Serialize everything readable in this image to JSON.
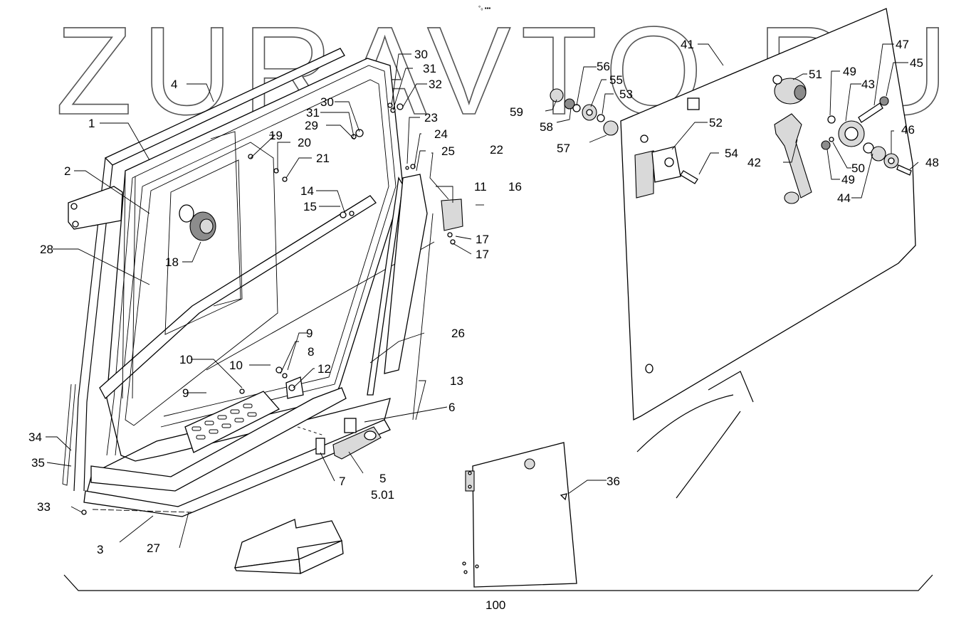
{
  "watermark": "ZURAVTO.RU",
  "top_mark": "°₀ ▪▪▪",
  "assembly_number": "100",
  "callouts": [
    {
      "id": "c1",
      "text": "1"
    },
    {
      "id": "c2",
      "text": "2"
    },
    {
      "id": "c3",
      "text": "3"
    },
    {
      "id": "c4",
      "text": "4"
    },
    {
      "id": "c5",
      "text": "5"
    },
    {
      "id": "c501",
      "text": "5.01"
    },
    {
      "id": "c6",
      "text": "6"
    },
    {
      "id": "c7",
      "text": "7"
    },
    {
      "id": "c8",
      "text": "8"
    },
    {
      "id": "c9a",
      "text": "9"
    },
    {
      "id": "c9b",
      "text": "9"
    },
    {
      "id": "c10a",
      "text": "10"
    },
    {
      "id": "c10b",
      "text": "10"
    },
    {
      "id": "c11",
      "text": "11"
    },
    {
      "id": "c12",
      "text": "12"
    },
    {
      "id": "c13",
      "text": "13"
    },
    {
      "id": "c14",
      "text": "14"
    },
    {
      "id": "c15",
      "text": "15"
    },
    {
      "id": "c16",
      "text": "16"
    },
    {
      "id": "c17a",
      "text": "17"
    },
    {
      "id": "c17b",
      "text": "17"
    },
    {
      "id": "c18",
      "text": "18"
    },
    {
      "id": "c19",
      "text": "19"
    },
    {
      "id": "c20",
      "text": "20"
    },
    {
      "id": "c21",
      "text": "21"
    },
    {
      "id": "c22",
      "text": "22"
    },
    {
      "id": "c23",
      "text": "23"
    },
    {
      "id": "c24",
      "text": "24"
    },
    {
      "id": "c25",
      "text": "25"
    },
    {
      "id": "c26",
      "text": "26"
    },
    {
      "id": "c27",
      "text": "27"
    },
    {
      "id": "c28",
      "text": "28"
    },
    {
      "id": "c29",
      "text": "29"
    },
    {
      "id": "c30a",
      "text": "30"
    },
    {
      "id": "c30b",
      "text": "30"
    },
    {
      "id": "c31a",
      "text": "31"
    },
    {
      "id": "c31b",
      "text": "31"
    },
    {
      "id": "c32",
      "text": "32"
    },
    {
      "id": "c33",
      "text": "33"
    },
    {
      "id": "c34",
      "text": "34"
    },
    {
      "id": "c35",
      "text": "35"
    },
    {
      "id": "c36",
      "text": "36"
    },
    {
      "id": "c41",
      "text": "41"
    },
    {
      "id": "c42",
      "text": "42"
    },
    {
      "id": "c43",
      "text": "43"
    },
    {
      "id": "c44",
      "text": "44"
    },
    {
      "id": "c45",
      "text": "45"
    },
    {
      "id": "c46",
      "text": "46"
    },
    {
      "id": "c47",
      "text": "47"
    },
    {
      "id": "c48",
      "text": "48"
    },
    {
      "id": "c49a",
      "text": "49"
    },
    {
      "id": "c49b",
      "text": "49"
    },
    {
      "id": "c50",
      "text": "50"
    },
    {
      "id": "c51",
      "text": "51"
    },
    {
      "id": "c52",
      "text": "52"
    },
    {
      "id": "c53",
      "text": "53"
    },
    {
      "id": "c54",
      "text": "54"
    },
    {
      "id": "c55",
      "text": "55"
    },
    {
      "id": "c56",
      "text": "56"
    },
    {
      "id": "c57",
      "text": "57"
    },
    {
      "id": "c58",
      "text": "58"
    },
    {
      "id": "c59",
      "text": "59"
    }
  ]
}
